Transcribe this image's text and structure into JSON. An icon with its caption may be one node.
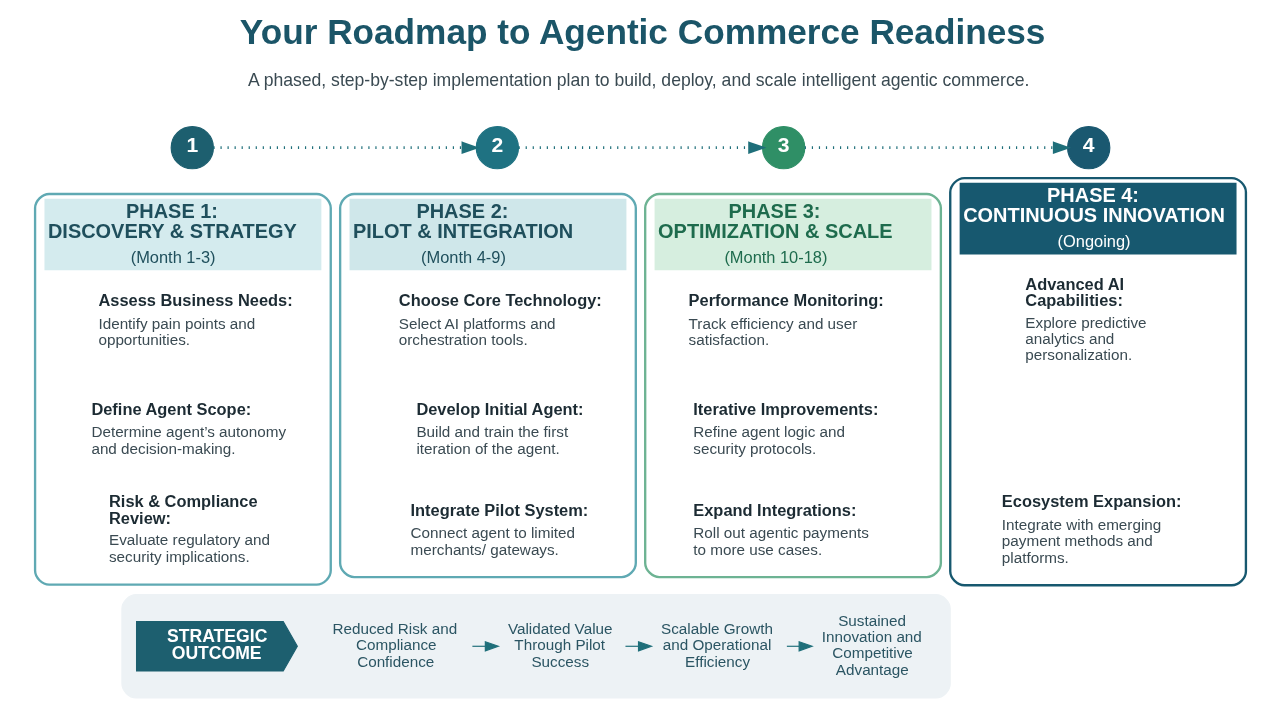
{
  "diagram": {
    "title": "Your Roadmap to Agentic Commerce Readiness",
    "nodes": [
      {
        "text": [
          "1"
        ]
      },
      {
        "text": [
          "2"
        ]
      },
      {
        "text": [
          "3"
        ]
      },
      {
        "text": [
          "4"
        ]
      },
      {
        "text": [
          "PHASE 1: DISCOVERY & STRATEGY",
          "(Month 1-3)"
        ]
      },
      {
        "text": [
          "Assess Business Needs:",
          "Identify pain points and opportunities."
        ],
        "in": 4
      },
      {
        "text": [
          "Define Agent Scope:",
          "Determine agent’s autonomy and decision-making."
        ],
        "in": 4
      },
      {
        "text": [
          "Risk & Compliance Review:",
          "Evaluate regulatory and security implications."
        ],
        "in": 4
      },
      {
        "text": [
          "PHASE 2: PILOT & INTEGRATION",
          "(Month 4-9)"
        ]
      },
      {
        "text": [
          "Choose Core Technology:",
          "Select AI platforms and orchestration tools."
        ],
        "in": 8
      },
      {
        "text": [
          "Develop Initial Agent:",
          "Build and train the first iteration of the agent."
        ],
        "in": 8
      },
      {
        "text": [
          "Integrate Pilot System:",
          "Connect agent to limited merchants/ gateways."
        ],
        "in": 8
      },
      {
        "text": [
          "PHASE 3: OPTIMIZATION & SCALE",
          "(Month 10-18)"
        ]
      },
      {
        "text": [
          "Performance Monitoring:",
          "Track efficiency and user satisfaction."
        ],
        "in": 12
      },
      {
        "text": [
          "Iterative Improvements:",
          "Refine agent logic and security protocols."
        ],
        "in": 12
      },
      {
        "text": [
          "Expand Integrations:",
          "Roll out agentic payments to more use cases."
        ],
        "in": 12
      },
      {
        "text": [
          "PHASE 4: CONTINUOUS INNOVATION",
          "(Ongoing)"
        ]
      },
      {
        "text": [
          "Advanced AI Capabilities:",
          "Explore predictive analytics and personalization."
        ],
        "in": 16
      },
      {
        "text": [
          "Ecosystem Expansion:",
          "Integrate with emerging payment methods and platforms."
        ],
        "in": 16
      },
      {
        "text": [],
        "shape": "bar"
      },
      {
        "text": [
          "STRATEGIC OUTCOME"
        ],
        "in": 19
      },
      {
        "text": [
          "Reduced Risk and Compliance Confidence"
        ],
        "in": 19
      },
      {
        "text": [
          "Validated Value Through Pilot Success"
        ],
        "in": 19
      },
      {
        "text": [
          "Scalable Growth and Operational Efficiency"
        ],
        "in": 19
      },
      {
        "text": [
          "Sustained Innovation and Competitive Advantage"
        ],
        "in": 19
      }
    ],
    "edges": [
      {
        "from": 0,
        "to": 1,
        "arrow": "to",
        "style": "dashed"
      },
      {
        "from": 1,
        "to": 2,
        "arrow": "to",
        "style": "dashed"
      },
      {
        "from": 2,
        "to": 3,
        "arrow": "to",
        "style": "dashed"
      },
      {
        "from": 21,
        "to": 22,
        "arrow": "to"
      },
      {
        "from": 22,
        "to": 23,
        "arrow": "to"
      },
      {
        "from": 23,
        "to": 24,
        "arrow": "to"
      }
    ],
    "labels": [
      "A phased, step-by-step implementation plan to build, deploy, and scale intelligent agentic commerce."
    ]
  }
}
